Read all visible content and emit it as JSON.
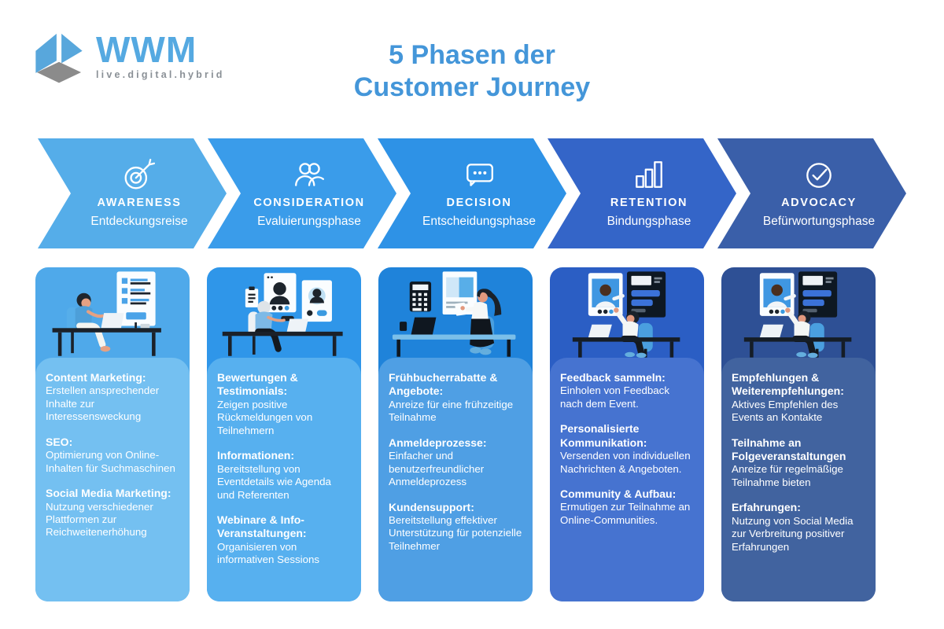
{
  "logo": {
    "brand": "WWM",
    "tagline": "live.digital.hybrid",
    "icon": "cube-logo-icon",
    "colors": {
      "blue": "#55a9e1",
      "gray": "#8a9096"
    }
  },
  "title": {
    "line1": "5 Phasen der",
    "line2": "Customer Journey",
    "color": "#4496d9"
  },
  "phases": [
    {
      "id": "awareness",
      "label": "AWARENESS",
      "sublabel": "Entdeckungsreise",
      "icon": "target-icon",
      "illustration": "woman-desk-laptop-poster-illustration",
      "colors": {
        "chevron": "#55ade9",
        "card": "#4fa9ea",
        "panel": "#74c0f1"
      },
      "items": [
        {
          "title": "Content Marketing:",
          "body": "Erstellen ansprechender Inhalte zur Interessensweckung"
        },
        {
          "title": "SEO:",
          "body": "Optimierung von Online-Inhalten für Suchmaschinen"
        },
        {
          "title": "Social Media Marketing:",
          "body": "Nutzung verschiedener Plattformen zur Reichweitenerhöhung"
        }
      ]
    },
    {
      "id": "consideration",
      "label": "CONSIDERATION",
      "sublabel": "Evaluierungsphase",
      "icon": "people-icon",
      "illustration": "person-desk-video-profiles-illustration",
      "colors": {
        "chevron": "#3a9cea",
        "card": "#2f96e9",
        "panel": "#57b0ef"
      },
      "items": [
        {
          "title": "Bewertungen & Testimonials:",
          "body": "Zeigen positive Rückmeldungen von Teilnehmern"
        },
        {
          "title": "Informationen:",
          "body": "Bereitstellung von Eventdetails wie Agenda und Referenten"
        },
        {
          "title": "Webinare & Info-Veranstaltungen:",
          "body": "Organisieren von informativen Sessions"
        }
      ]
    },
    {
      "id": "decision",
      "label": "DECISION",
      "sublabel": "Entscheidungsphase",
      "icon": "speech-bubble-icon",
      "illustration": "woman-desk-calculator-illustration",
      "colors": {
        "chevron": "#2e92e6",
        "card": "#1f83da",
        "panel": "#4f9fe4"
      },
      "items": [
        {
          "title": "Frühbucherrabatte & Angebote:",
          "body": "Anreize für eine frühzeitige Teilnahme"
        },
        {
          "title": "Anmeldeprozesse:",
          "body": "Einfacher und benutzerfreundlicher Anmeldeprozess"
        },
        {
          "title": "Kundensupport:",
          "body": "Bereitstellung effektiver Unterstützung für potenzielle Teilnehmer"
        }
      ]
    },
    {
      "id": "retention",
      "label": "RETENTION",
      "sublabel": "Bindungsphase",
      "icon": "bar-chart-icon",
      "illustration": "person-desk-videocall-chat-illustration",
      "colors": {
        "chevron": "#3465c8",
        "card": "#2b5ec4",
        "panel": "#4673d0"
      },
      "items": [
        {
          "title": "Feedback sammeln:",
          "body": "Einholen von Feedback nach dem Event."
        },
        {
          "title": "Personalisierte Kommunikation:",
          "body": "Versenden von individuellen Nachrichten & Angeboten."
        },
        {
          "title": "Community & Aufbau:",
          "body": "Ermutigen zur Teilnahme an Online-Communities."
        }
      ]
    },
    {
      "id": "advocacy",
      "label": "ADVOCACY",
      "sublabel": "Befürwortungsphase",
      "icon": "check-circle-icon",
      "illustration": "person-desk-videocall-chat-illustration",
      "colors": {
        "chevron": "#3a5fa9",
        "card": "#2e5095",
        "panel": "#41639f"
      },
      "items": [
        {
          "title": "Empfehlungen & Weiterempfehlungen:",
          "body": "Aktives Empfehlen des Events an Kontakte"
        },
        {
          "title": "Teilnahme an Folgeveranstaltungen",
          "body": "Anreize für regelmäßige Teilnahme bieten"
        },
        {
          "title": "Erfahrungen:",
          "body": "Nutzung von Social Media zur Verbreitung positiver Erfahrungen"
        }
      ]
    }
  ]
}
